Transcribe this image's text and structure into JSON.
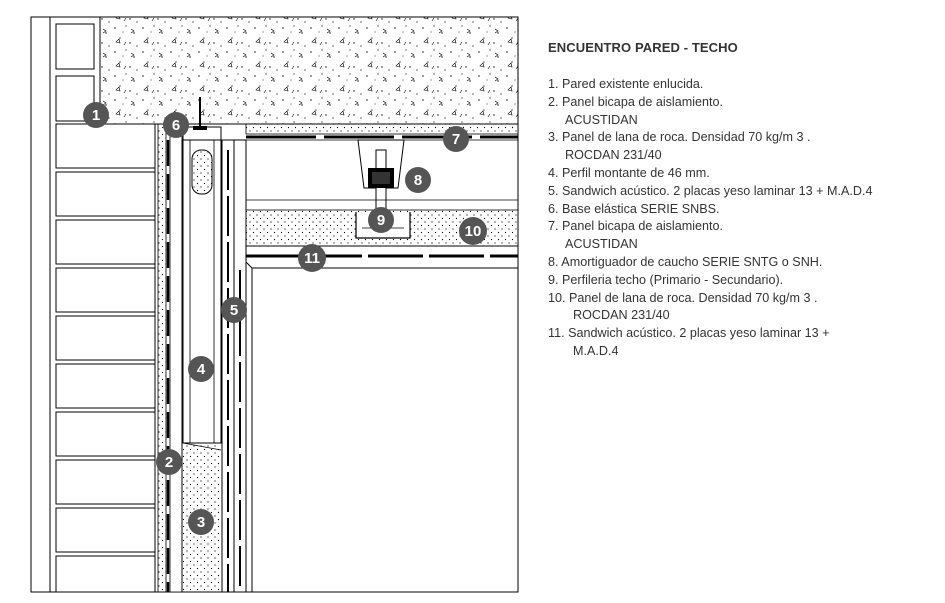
{
  "title": "ENCUENTRO PARED - TECHO",
  "legend": [
    {
      "line1": "1. Pared existente enlucida.",
      "line2": ""
    },
    {
      "line1": "2. Panel bicapa de aislamiento.",
      "line2": "ACUSTIDAN"
    },
    {
      "line1": "3. Panel de lana de roca. Densidad 70 kg/m 3 .",
      "line2": "ROCDAN 231/40"
    },
    {
      "line1": "4. Perfil montante de 46 mm.",
      "line2": ""
    },
    {
      "line1": "5. Sandwich acústico. 2 placas yeso laminar 13 + M.A.D.4",
      "line2": ""
    },
    {
      "line1": "6. Base elástica SERIE SNBS.",
      "line2": ""
    },
    {
      "line1": "7. Panel bicapa de aislamiento.",
      "line2": "ACUSTIDAN"
    },
    {
      "line1": "8. Amortiguador de caucho SERIE SNTG o SNH.",
      "line2": ""
    },
    {
      "line1": "9. Perfileria techo (Primario - Secundario).",
      "line2": ""
    },
    {
      "line1": "10. Panel de lana de roca. Densidad 70 kg/m 3 .",
      "line2": "ROCDAN 231/40"
    },
    {
      "line1": "11. Sandwich acústico. 2 placas yeso laminar 13 +",
      "line2": "M.A.D.4"
    }
  ],
  "markers": [
    "1",
    "2",
    "3",
    "4",
    "5",
    "6",
    "7",
    "8",
    "9",
    "10",
    "11"
  ],
  "colors": {
    "line": "#000000",
    "badge": "#555555",
    "text": "#333333"
  }
}
